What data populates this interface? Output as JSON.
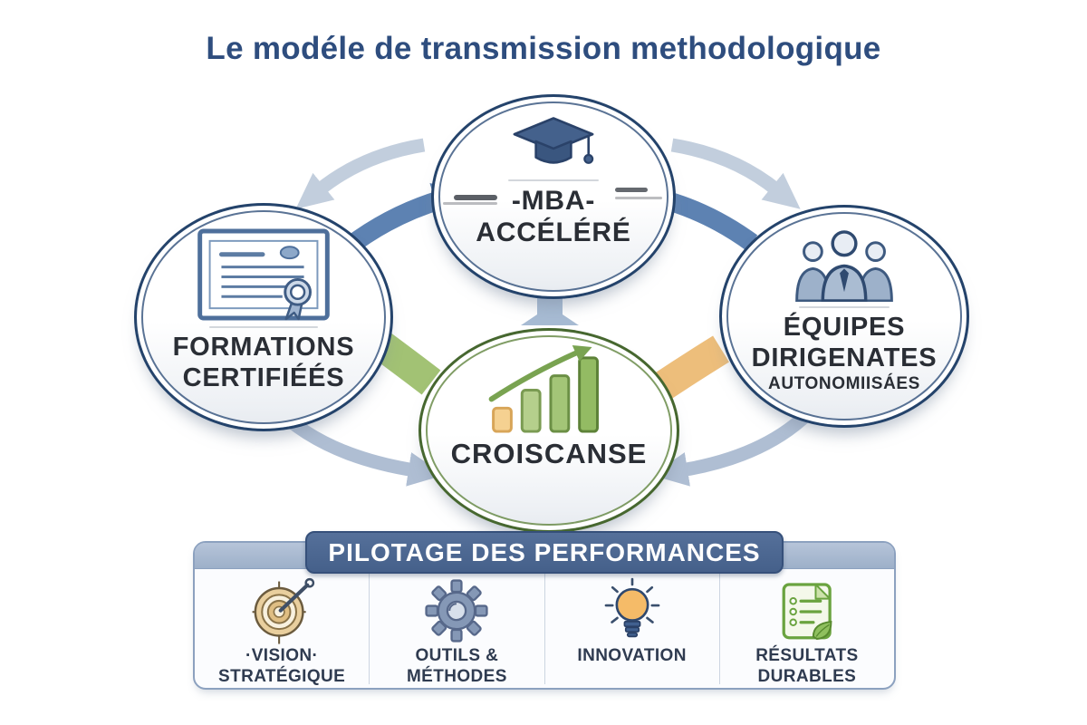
{
  "title": "Le modéle de transmission methodologique",
  "colors": {
    "title_text": "#2e4d7e",
    "node_border_blue": "#24436b",
    "node_border_green": "#46672f",
    "node_text": "#2a2e35",
    "arrow_light": "#c2cedd",
    "arrow_blue": "#5d82b2",
    "arrow_double": "#afbed3",
    "band_green": "#a2c274",
    "band_orange": "#edbe7b",
    "connector": "#a7bbd3",
    "banner_bg": "#4a648e",
    "banner_text": "#ffffff",
    "panel_border": "#8ca1bf",
    "panel_strip": "#a9b9d0",
    "panel_item_text": "#2f3b50"
  },
  "nodes": {
    "top": {
      "line1": "-MBA-",
      "line2": "ACCÉLÉRÉ",
      "icon": "graduation-cap-icon"
    },
    "left": {
      "line1": "FORMATIONS",
      "line2": "CERTIFIÉÉS",
      "icon": "certificate-icon"
    },
    "right": {
      "line1": "ÉQUIPES",
      "line2": "DIRIGENATES",
      "line3": "AUTONOMIISÁES",
      "icon": "team-icon"
    },
    "center": {
      "line1": "CROISCANSE",
      "icon": "growth-chart-icon"
    }
  },
  "panel": {
    "header": "PILOTAGE DES PERFORMANCES",
    "items": [
      {
        "line1": "·VISION·",
        "line2": "STRATÉGIQUE",
        "icon": "target-icon"
      },
      {
        "line1": "OUTILS &",
        "line2": "MÉTHODES",
        "icon": "gear-icon"
      },
      {
        "line1": "INNOVATION",
        "line2": "",
        "icon": "lightbulb-icon"
      },
      {
        "line1": "RÉSULTATS",
        "line2": "DURABLES",
        "icon": "document-leaf-icon"
      }
    ]
  }
}
